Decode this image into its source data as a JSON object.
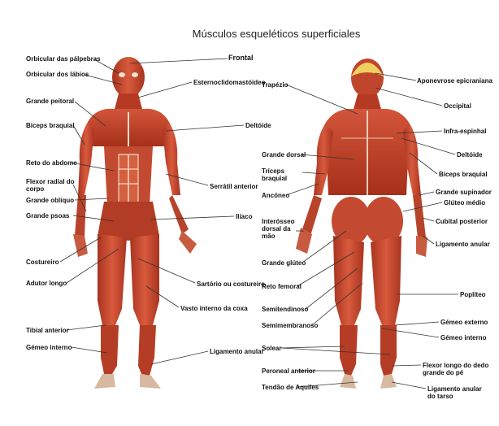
{
  "title": "Músculos esqueléticos superficiales",
  "front": {
    "frontal": "Frontal",
    "left_labels": [
      "Orbicular das pálpebras",
      "Orbicular dos lábios",
      "Grande peitoral",
      "Bíceps braquial",
      "Reto do abdome",
      "Flexor radial do corpo",
      "Grande oblíquo",
      "Grande psoas",
      "Costureiro",
      "Adutor longo",
      "Tibial anterior",
      "Gémeo interno"
    ],
    "right_labels": [
      "Esternoclidomastóideo",
      "Deltóide",
      "Serrátil anterior",
      "Ilíaco",
      "Sartório ou costureiro",
      "Vasto interno da coxa",
      "Ligamento anular"
    ]
  },
  "back": {
    "left_labels": [
      "Trapézio",
      "Grande dorsal",
      "Tríceps braquial",
      "Ancóneo",
      "Interósseo dorsal da mão",
      "Grande glúteo",
      "Reto femoral",
      "Semitendinoso",
      "Semimembranoso",
      "Solear",
      "Peroneal anterior",
      "Tendão de Aquiles"
    ],
    "right_labels": [
      "Aponevrose epicraniana",
      "Occipital",
      "Infra-espinhal",
      "Deltóide",
      "Bíceps braquial",
      "Grande supinador",
      "Glúteo médio",
      "Cubital posterior",
      "Ligamento anular",
      "Poplíteo",
      "Gémeo externo",
      "Gémeo interno",
      "Flexor longo do dedo grande do pé",
      "Ligamento anular do tarso"
    ]
  },
  "colors": {
    "muscle": "#c8462e",
    "muscle_dark": "#9a2a18",
    "muscle_light": "#e0735a",
    "tendon": "#e9d6c4",
    "hair": "#f0d060",
    "leader": "#333333"
  }
}
